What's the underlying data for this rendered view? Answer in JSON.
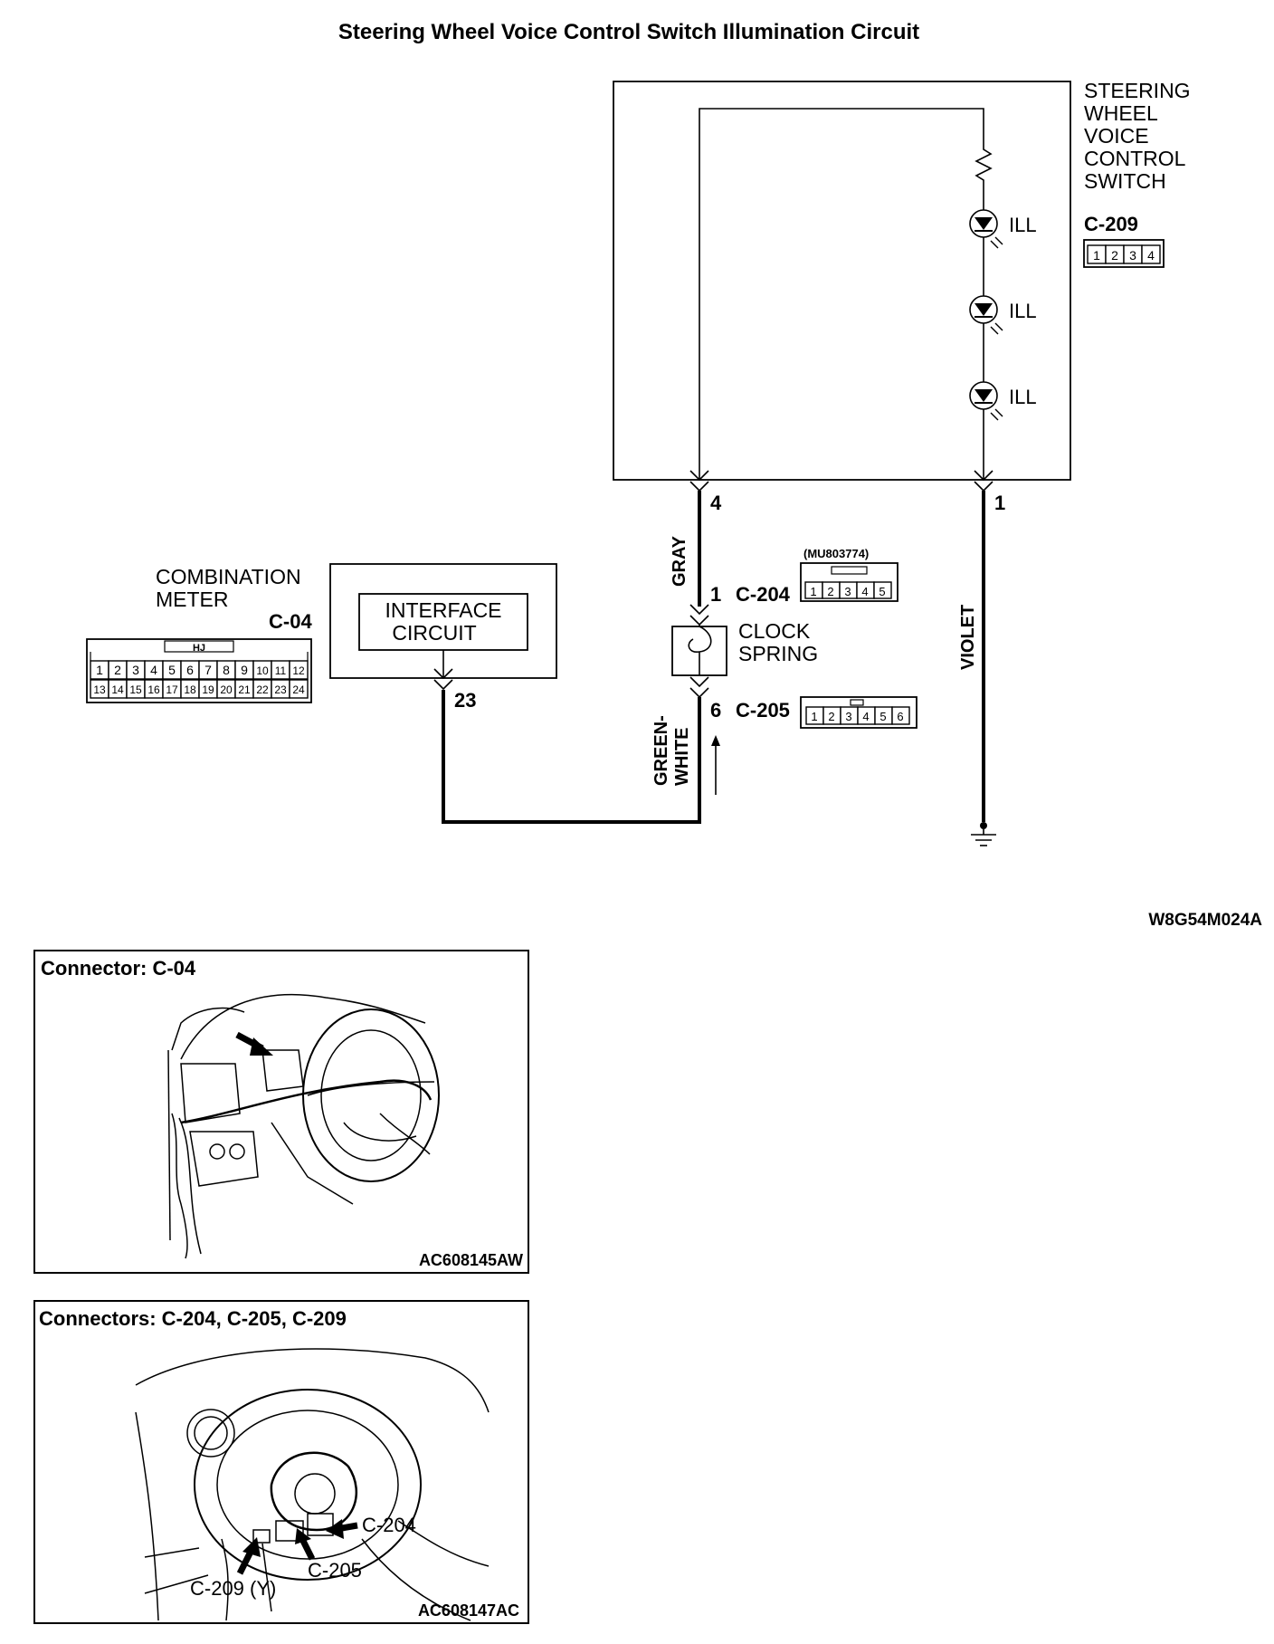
{
  "title": "Steering Wheel Voice Control Switch Illumination Circuit",
  "switch_label": [
    "STEERING",
    "WHEEL",
    "VOICE",
    "CONTROL",
    "SWITCH"
  ],
  "led_label": "ILL",
  "c209": {
    "name": "C-209",
    "pins": [
      "1",
      "2",
      "3",
      "4"
    ]
  },
  "pin_4": "4",
  "pin_1": "1",
  "wire_gray": "GRAY",
  "wire_violet": "VIOLET",
  "wire_green_white": [
    "GREEN-",
    "WHITE"
  ],
  "c204": {
    "pin": "1",
    "name": "C-204",
    "part": "(MU803774)",
    "pins": [
      "1",
      "2",
      "3",
      "4",
      "5"
    ]
  },
  "c205": {
    "pin": "6",
    "name": "C-205",
    "pins": [
      "1",
      "2",
      "3",
      "4",
      "5",
      "6"
    ]
  },
  "clock_spring": [
    "CLOCK",
    "SPRING"
  ],
  "combination_meter": [
    "COMBINATION",
    "METER"
  ],
  "c04": {
    "name": "C-04",
    "tag": "HJ",
    "row1": [
      "1",
      "2",
      "3",
      "4",
      "5",
      "6",
      "7",
      "8",
      "9",
      "10",
      "11",
      "12"
    ],
    "row2": [
      "13",
      "14",
      "15",
      "16",
      "17",
      "18",
      "19",
      "20",
      "21",
      "22",
      "23",
      "24"
    ]
  },
  "interface_circuit": [
    "INTERFACE",
    "CIRCUIT"
  ],
  "pin_23": "23",
  "diagram_code": "W8G54M024A",
  "panel1": {
    "title": "Connector: C-04",
    "code": "AC608145AW"
  },
  "panel2": {
    "title": "Connectors: C-204, C-205, C-209",
    "code": "AC608147AC",
    "callouts": {
      "c204": "C-204",
      "c205": "C-205",
      "c209": "C-209 (Y)"
    }
  }
}
